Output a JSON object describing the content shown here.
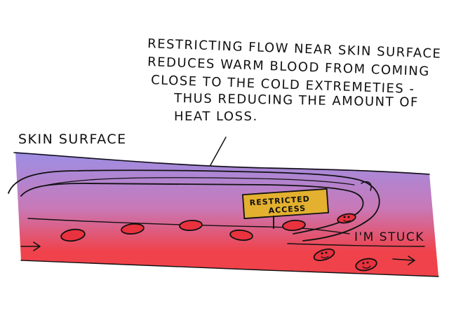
{
  "callout": {
    "lines": [
      "RESTRICTING FLOW NEAR SKIN SURFACE",
      "REDUCES WARM BLOOD FROM COMING",
      "CLOSE TO THE COLD EXTREMETIES -",
      "THUS REDUCING THE AMOUNT OF",
      "HEAT LOSS."
    ]
  },
  "labels": {
    "skin_surface": "SKIN SURFACE",
    "stuck": "I'M STUCK"
  },
  "sign": {
    "line1": "RESTRICTED",
    "line2": "ACCESS",
    "color": "#e3b02f"
  },
  "colors": {
    "skin_top": "#9c8fe6",
    "blood_bottom": "#f0424a",
    "cell": "#e8323e",
    "ink": "#111111"
  }
}
